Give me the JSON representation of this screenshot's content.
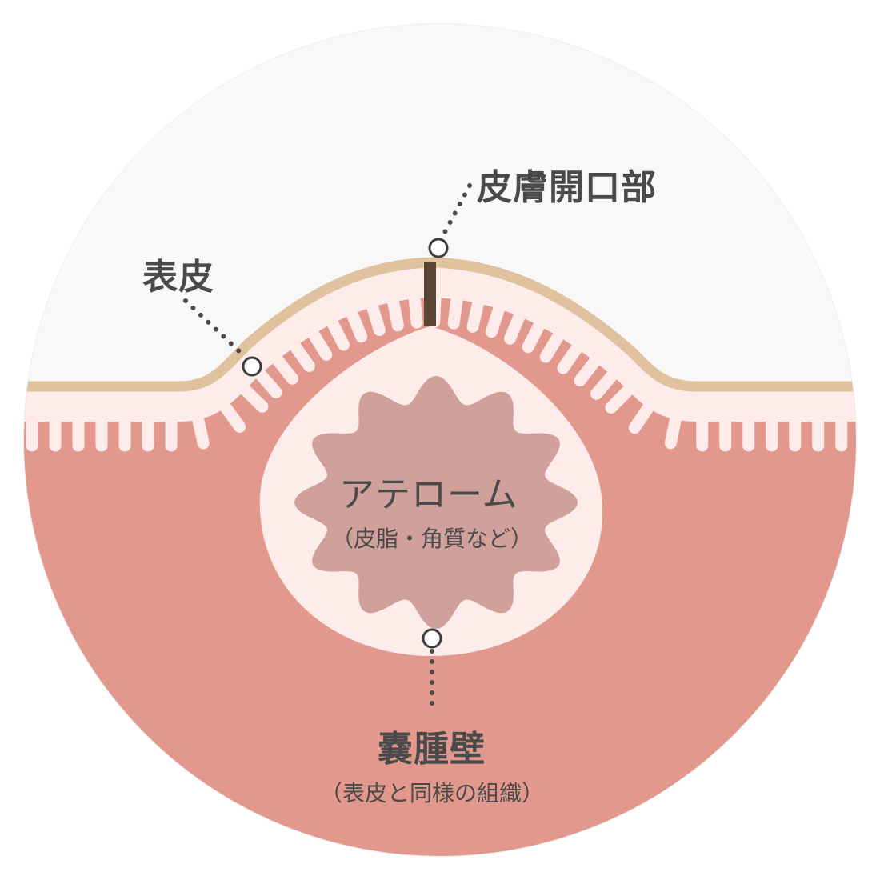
{
  "labels": {
    "epidermis": "表皮",
    "skin_opening": "皮膚開口部",
    "atheroma": "アテローム",
    "atheroma_note": "（皮脂・角質など）",
    "cyst_wall": "嚢腫壁",
    "cyst_wall_note": "（表皮と同様の組織）"
  },
  "colors": {
    "background": "#f8f8f8",
    "epidermis_band": "#e0c39e",
    "light_layer": "#fdece9",
    "dermis": "#e3988d",
    "atheroma": "#d0a09b",
    "opening": "#5b4434",
    "text": "#4a4a4a"
  }
}
